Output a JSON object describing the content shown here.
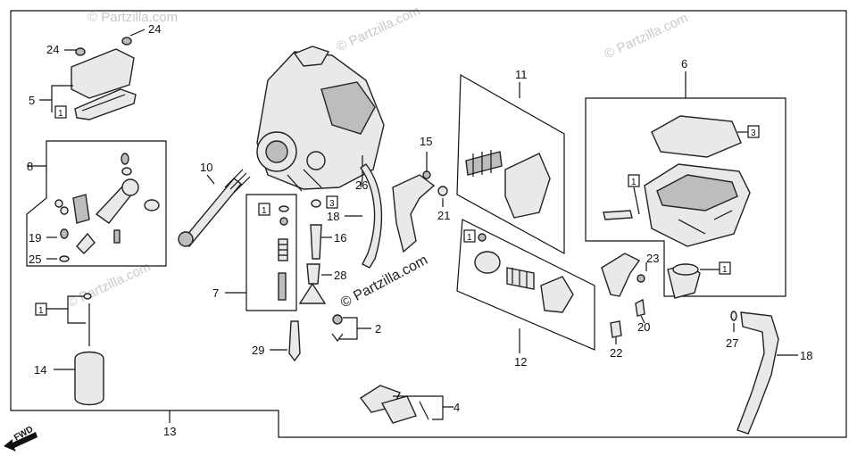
{
  "diagram": {
    "watermarks": [
      "© Partzilla.com",
      "© Partzilla.com",
      "© Partzilla.com",
      "© Partzilla.com"
    ],
    "center_watermark": "© Partzilla.com",
    "fwd_label": "FWD",
    "callouts": [
      {
        "id": "c24a",
        "text": "24"
      },
      {
        "id": "c24b",
        "text": "24"
      },
      {
        "id": "c5",
        "text": "5"
      },
      {
        "id": "c8",
        "text": "8"
      },
      {
        "id": "c19",
        "text": "19"
      },
      {
        "id": "c25",
        "text": "25"
      },
      {
        "id": "c10",
        "text": "10"
      },
      {
        "id": "c7",
        "text": "7"
      },
      {
        "id": "c26",
        "text": "26"
      },
      {
        "id": "c18a",
        "text": "18"
      },
      {
        "id": "c16",
        "text": "16"
      },
      {
        "id": "c28",
        "text": "28"
      },
      {
        "id": "c2",
        "text": "2"
      },
      {
        "id": "c29",
        "text": "29"
      },
      {
        "id": "c15",
        "text": "15"
      },
      {
        "id": "c21",
        "text": "21"
      },
      {
        "id": "c11",
        "text": "11"
      },
      {
        "id": "c12",
        "text": "12"
      },
      {
        "id": "c6",
        "text": "6"
      },
      {
        "id": "c23",
        "text": "23"
      },
      {
        "id": "c20",
        "text": "20"
      },
      {
        "id": "c22",
        "text": "22"
      },
      {
        "id": "c27",
        "text": "27"
      },
      {
        "id": "c18b",
        "text": "18"
      },
      {
        "id": "c4",
        "text": "4"
      },
      {
        "id": "c14",
        "text": "14"
      },
      {
        "id": "c13",
        "text": "13"
      }
    ],
    "boxed_refs": [
      {
        "id": "b1a",
        "text": "1"
      },
      {
        "id": "b1b",
        "text": "1"
      },
      {
        "id": "b3a",
        "text": "3"
      },
      {
        "id": "b1c",
        "text": "1"
      },
      {
        "id": "b3b",
        "text": "3"
      },
      {
        "id": "b1d",
        "text": "1"
      },
      {
        "id": "b1e",
        "text": "1"
      },
      {
        "id": "b1f",
        "text": "1"
      },
      {
        "id": "b1g",
        "text": "1"
      }
    ]
  }
}
